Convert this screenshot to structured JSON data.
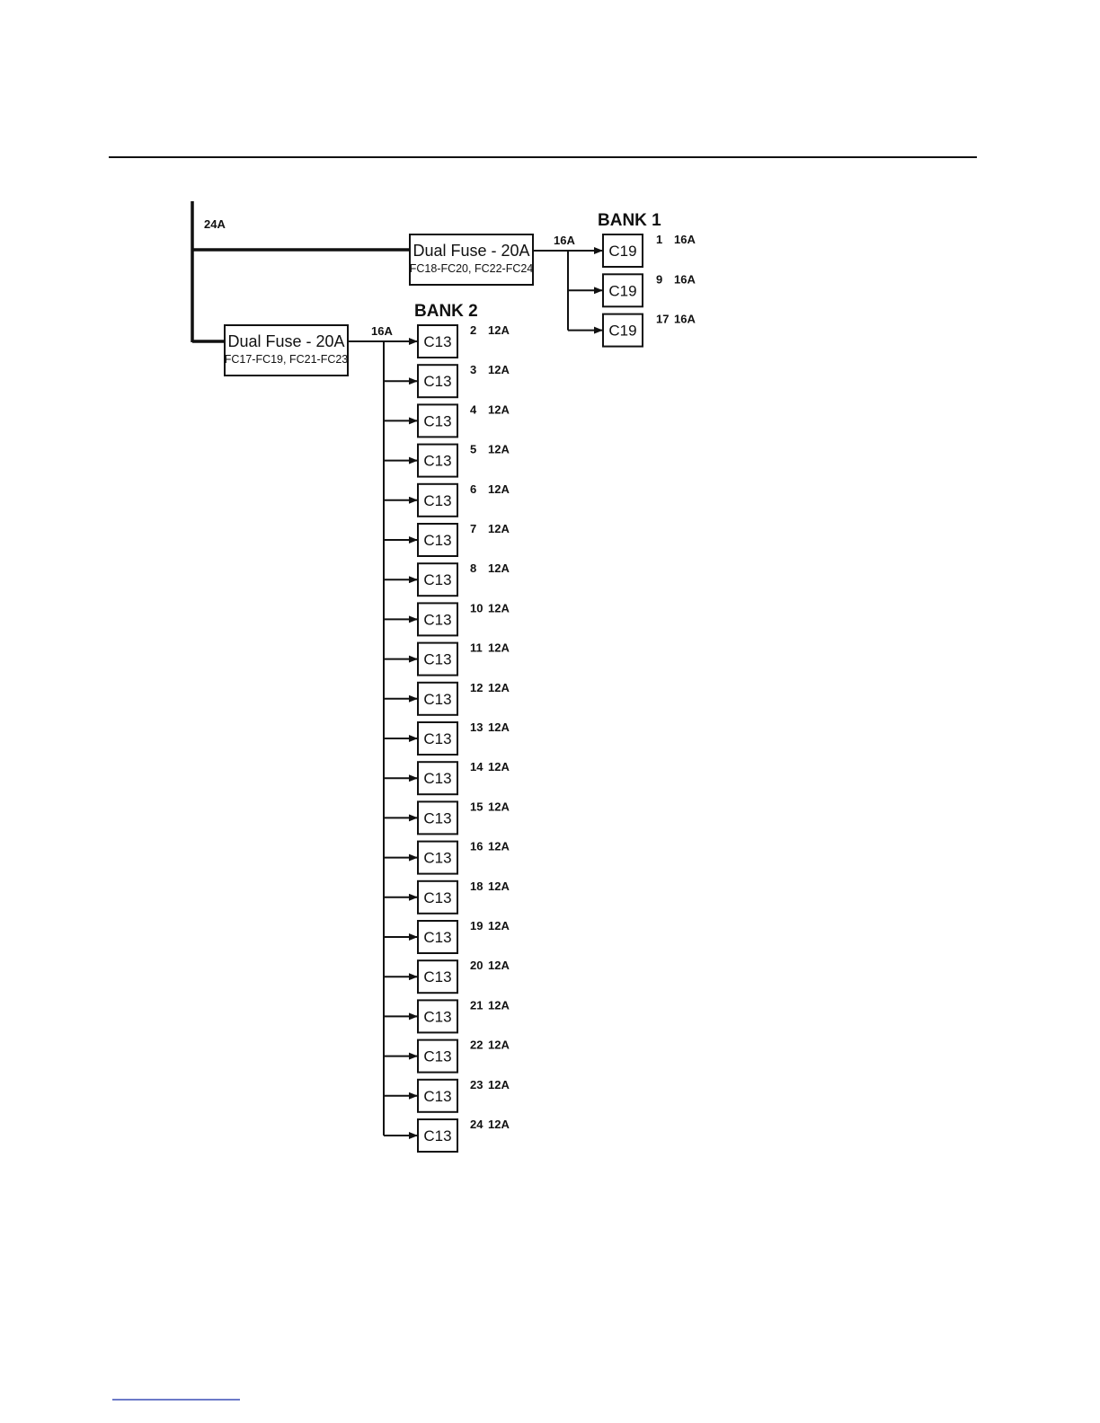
{
  "diagram": {
    "feed_current": "24A",
    "bank1": {
      "title": "BANK 1",
      "fuse": {
        "label": "Dual Fuse - 20A",
        "range": "FC18-FC20, FC22-FC24"
      },
      "branch_current": "16A",
      "outlets": [
        {
          "type": "C19",
          "number": "1",
          "rating": "16A"
        },
        {
          "type": "C19",
          "number": "9",
          "rating": "16A"
        },
        {
          "type": "C19",
          "number": "17",
          "rating": "16A"
        }
      ]
    },
    "bank2": {
      "title": "BANK 2",
      "fuse": {
        "label": "Dual Fuse - 20A",
        "range": "FC17-FC19, FC21-FC23"
      },
      "branch_current": "16A",
      "outlets": [
        {
          "type": "C13",
          "number": "2",
          "rating": "12A"
        },
        {
          "type": "C13",
          "number": "3",
          "rating": "12A"
        },
        {
          "type": "C13",
          "number": "4",
          "rating": "12A"
        },
        {
          "type": "C13",
          "number": "5",
          "rating": "12A"
        },
        {
          "type": "C13",
          "number": "6",
          "rating": "12A"
        },
        {
          "type": "C13",
          "number": "7",
          "rating": "12A"
        },
        {
          "type": "C13",
          "number": "8",
          "rating": "12A"
        },
        {
          "type": "C13",
          "number": "10",
          "rating": "12A"
        },
        {
          "type": "C13",
          "number": "11",
          "rating": "12A"
        },
        {
          "type": "C13",
          "number": "12",
          "rating": "12A"
        },
        {
          "type": "C13",
          "number": "13",
          "rating": "12A"
        },
        {
          "type": "C13",
          "number": "14",
          "rating": "12A"
        },
        {
          "type": "C13",
          "number": "15",
          "rating": "12A"
        },
        {
          "type": "C13",
          "number": "16",
          "rating": "12A"
        },
        {
          "type": "C13",
          "number": "18",
          "rating": "12A"
        },
        {
          "type": "C13",
          "number": "19",
          "rating": "12A"
        },
        {
          "type": "C13",
          "number": "20",
          "rating": "12A"
        },
        {
          "type": "C13",
          "number": "21",
          "rating": "12A"
        },
        {
          "type": "C13",
          "number": "22",
          "rating": "12A"
        },
        {
          "type": "C13",
          "number": "23",
          "rating": "12A"
        },
        {
          "type": "C13",
          "number": "24",
          "rating": "12A"
        }
      ]
    }
  },
  "colors": {
    "line": "#111111",
    "footer_rule": "#3b4fb5"
  }
}
